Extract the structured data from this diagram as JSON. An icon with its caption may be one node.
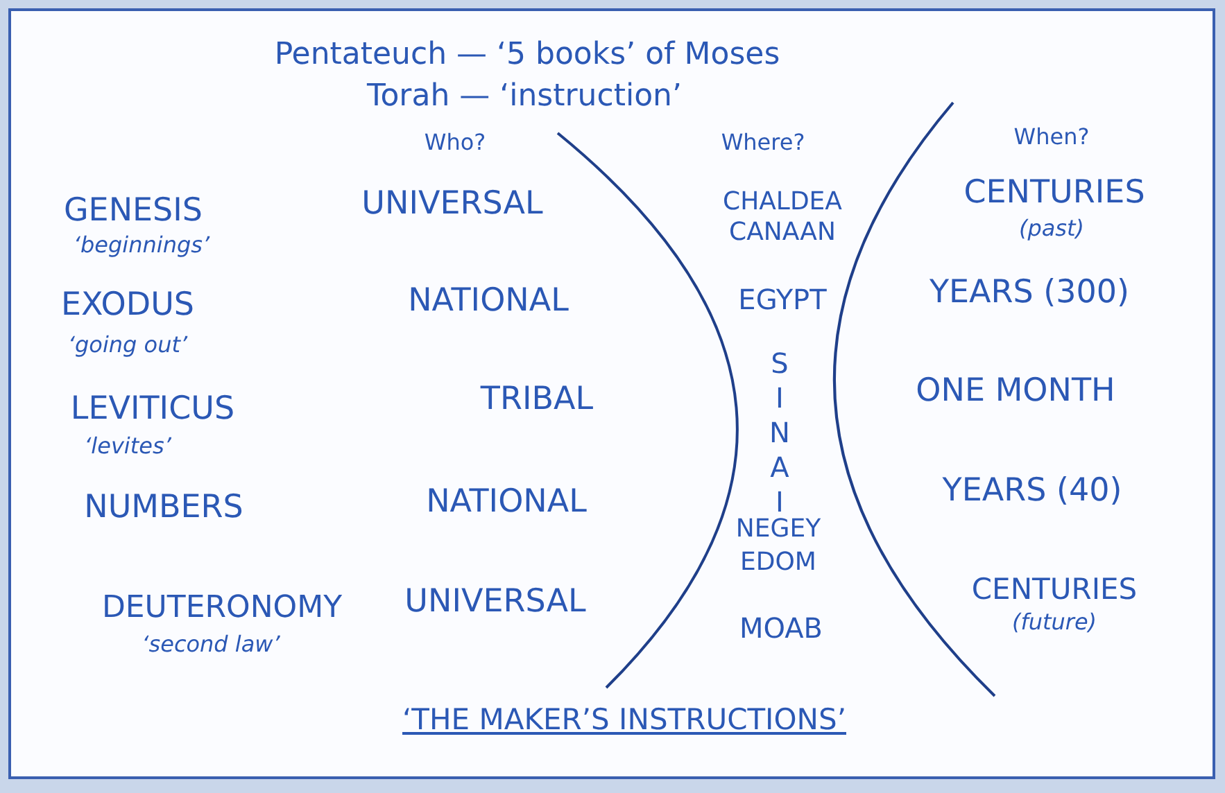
{
  "diagram": {
    "title": "Pentateuch — ‘5 books’ of Moses",
    "caption": "‘THE MAKER’S INSTRUCTIONS’",
    "labels": [
      "Torah — ‘instruction’",
      "Who?",
      "Where?",
      "When?",
      "GENESIS",
      "‘beginnings’",
      "UNIVERSAL",
      "CHALDEA",
      "CANAAN",
      "CENTURIES",
      "(past)",
      "EXODUS",
      "‘going out’",
      "NATIONAL",
      "EGYPT",
      "YEARS (300)",
      "LEVITICUS",
      "‘levites’",
      "TRIBAL",
      "SINAI",
      "ONE MONTH",
      "NUMBERS",
      "NATIONAL",
      "YEARS (40)",
      "NEGEY",
      "EDOM",
      "DEUTERONOMY",
      "‘second law’",
      "UNIVERSAL",
      "MOAB",
      "CENTURIES",
      "(future)"
    ]
  }
}
